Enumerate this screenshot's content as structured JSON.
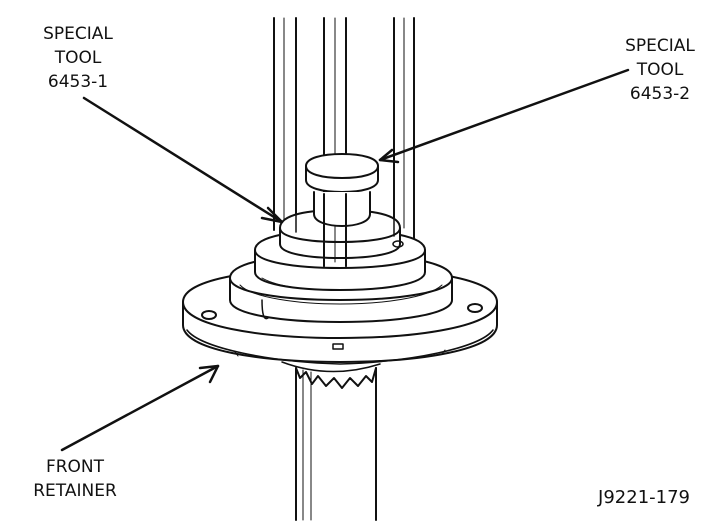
{
  "labels": {
    "special_tool_1": [
      "SPECIAL",
      "TOOL",
      "6453-1"
    ],
    "special_tool_2": [
      "SPECIAL",
      "TOOL",
      "6453-2"
    ],
    "front_retainer": [
      "FRONT",
      "RETAINER"
    ],
    "figure_id": "J9221-179"
  },
  "colors": {
    "line": "#111111",
    "paper": "#ffffff",
    "shade": "#cfcfcf"
  }
}
